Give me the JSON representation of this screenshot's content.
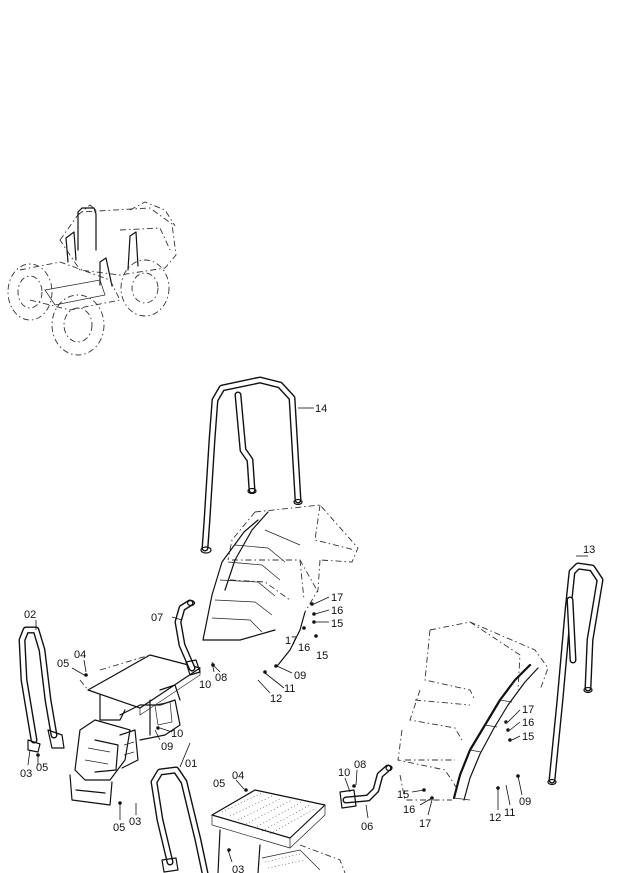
{
  "labels": {
    "p01": "01",
    "p02": "02",
    "p03a": "03",
    "p03b": "03",
    "p03c": "03",
    "p04a": "04",
    "p04b": "04",
    "p05a": "05",
    "p05b": "05",
    "p05c": "05",
    "p05d": "05",
    "p06": "06",
    "p07": "07",
    "p08a": "08",
    "p08b": "08",
    "p09a": "09",
    "p09b": "09",
    "p09c": "09",
    "p10a": "10",
    "p10b": "10",
    "p10c": "10",
    "p11a": "11",
    "p11b": "11",
    "p12a": "12",
    "p12b": "12",
    "p13": "13",
    "p14": "14",
    "p15a": "15",
    "p15b": "15",
    "p15c": "15",
    "p15d": "15",
    "p16a": "16",
    "p16b": "16",
    "p16c": "16",
    "p16d": "16",
    "p17a": "17",
    "p17b": "17",
    "p17c": "17",
    "p17d": "17"
  }
}
